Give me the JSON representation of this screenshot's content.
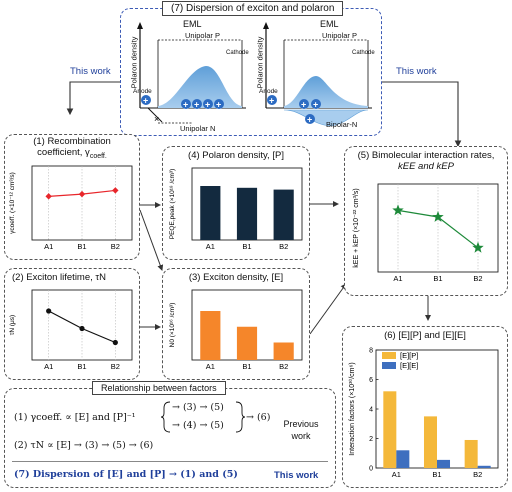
{
  "top_panel": {
    "title": "(7) Dispersion of exciton and polaron",
    "left_diagram": {
      "eml": "EML",
      "y_axis": "Polaron density",
      "unipolar_p": "Unipolar P",
      "cathode": "Cathode",
      "anode": "Anode",
      "unipolar_n": "Unipolar N"
    },
    "right_diagram": {
      "eml": "EML",
      "y_axis": "Polaron density",
      "unipolar_p": "Unipolar P",
      "cathode": "Cathode",
      "anode": "Anode",
      "bipolar_n": "Bipolar-N"
    }
  },
  "this_work_left": "This work",
  "this_work_right": "This work",
  "panel1": {
    "title_line1": "(1) Recombination",
    "title_line2": "coefficient, γ",
    "title_sub": "coeff.",
    "ylabel": "γcoeff. (×10⁻¹² cm³/s)",
    "chart_data": {
      "type": "line",
      "categories": [
        "A1",
        "B1",
        "B2"
      ],
      "values": [
        5.9,
        6.2,
        6.7
      ],
      "ylim": [
        0,
        10
      ],
      "color": "#e8262b"
    }
  },
  "panel2": {
    "title": "(2) Exciton lifetime, τN",
    "ylabel": "τN (μs)",
    "chart_data": {
      "type": "line",
      "categories": [
        "A1",
        "B1",
        "B2"
      ],
      "values": [
        2.8,
        1.8,
        1.0
      ],
      "ylim": [
        0,
        4
      ],
      "color": "#111111"
    }
  },
  "panel3": {
    "title": "(3) Exciton density, [E]",
    "ylabel": "N0 (×10¹⁶ /cm³)",
    "chart_data": {
      "type": "bar",
      "categories": [
        "A1",
        "B1",
        "B2"
      ],
      "values": [
        1.4,
        0.95,
        0.5
      ],
      "ylim": [
        0,
        2
      ],
      "color": "#f5862a"
    }
  },
  "panel4": {
    "title": "(4) Polaron density, [P]",
    "ylabel": "PEQE,peak (×10¹⁸ /cm³)",
    "chart_data": {
      "type": "bar",
      "categories": [
        "A1",
        "B1",
        "B2"
      ],
      "values": [
        3.0,
        2.9,
        2.8
      ],
      "ylim": [
        0,
        4
      ],
      "color": "#132a3f"
    }
  },
  "panel5": {
    "title_line1": "(5) Bimolecular interaction rates,",
    "title_line2": "kEE and kEP",
    "ylabel": "kEE + kEP (×10⁻²² cm³/s)",
    "chart_data": {
      "type": "line",
      "categories": [
        "A1",
        "B1",
        "B2"
      ],
      "values": [
        3.3,
        3.0,
        1.6
      ],
      "ylim": [
        0.5,
        4.5
      ],
      "color": "#1e8a3a",
      "marker": "star"
    }
  },
  "panel6": {
    "title": "(6) [E][P] and [E][E]",
    "ylabel": "Interaction factors (×10³⁰/cm⁶)",
    "chart_data": {
      "type": "bar",
      "categories": [
        "A1",
        "B1",
        "B2"
      ],
      "ylim": [
        0,
        8
      ],
      "yticks": [
        0,
        2,
        4,
        6,
        8
      ],
      "series": [
        {
          "name": "[E][P]",
          "values": [
            5.2,
            3.5,
            1.9
          ],
          "color": "#f4b83a"
        },
        {
          "name": "[E][E]",
          "values": [
            1.2,
            0.55,
            0.15
          ],
          "color": "#3e6fbf"
        }
      ]
    }
  },
  "relationship": {
    "title": "Relationship between factors",
    "row1_prefix": "(1) γcoeff. ∝ [E] and [P]⁻¹",
    "row1_branch_a": "→ (3) → (5)",
    "row1_branch_b": "→ (4) → (5)",
    "row1_suffix": "→ (6)",
    "row2": "(2) τN ∝ [E] → (3) → (5) → (6)",
    "previous_work": "Previous work",
    "row3": "(7) Dispersion of [E] and [P] → (1) and (5)",
    "this_work": "This work"
  }
}
